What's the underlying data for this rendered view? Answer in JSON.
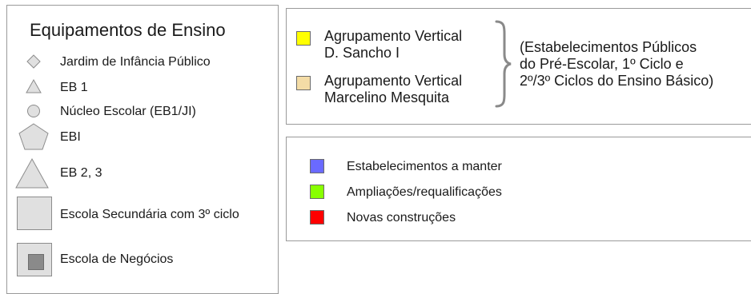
{
  "left": {
    "title": "Equipamentos de Ensino",
    "items": [
      {
        "label": "Jardim de Infância Público",
        "symbol": "diamond-icon"
      },
      {
        "label": "EB 1",
        "symbol": "small-triangle-icon"
      },
      {
        "label": "Núcleo Escolar (EB1/JI)",
        "symbol": "circle-icon"
      },
      {
        "label": "EBI",
        "symbol": "pentagon-icon"
      },
      {
        "label": "EB 2, 3",
        "symbol": "large-triangle-icon"
      },
      {
        "label": "Escola Secundária com 3º ciclo",
        "symbol": "large-square-icon"
      },
      {
        "label": "Escola de Negócios",
        "symbol": "framed-square-icon"
      }
    ]
  },
  "groups": {
    "items": [
      {
        "line1": "Agrupamento Vertical",
        "line2": "D. Sancho I",
        "color": "#ffff00"
      },
      {
        "line1": "Agrupamento Vertical",
        "line2": "Marcelino Mesquita",
        "color": "#f4dca6"
      }
    ],
    "note": [
      "(Estabelecimentos Públicos",
      "do Pré-Escolar, 1º Ciclo e",
      "2º/3º Ciclos do Ensino Básico)"
    ]
  },
  "status": {
    "items": [
      {
        "label": "Estabelecimentos a manter",
        "color": "#6a6aff"
      },
      {
        "label": "Ampliações/requalificações",
        "color": "#88ff00"
      },
      {
        "label": "Novas construções",
        "color": "#ff0000"
      }
    ]
  },
  "colors": {
    "symbol_fill": "#e0e0e0",
    "symbol_stroke": "#8c8c8c",
    "border": "#9a9a9a"
  }
}
